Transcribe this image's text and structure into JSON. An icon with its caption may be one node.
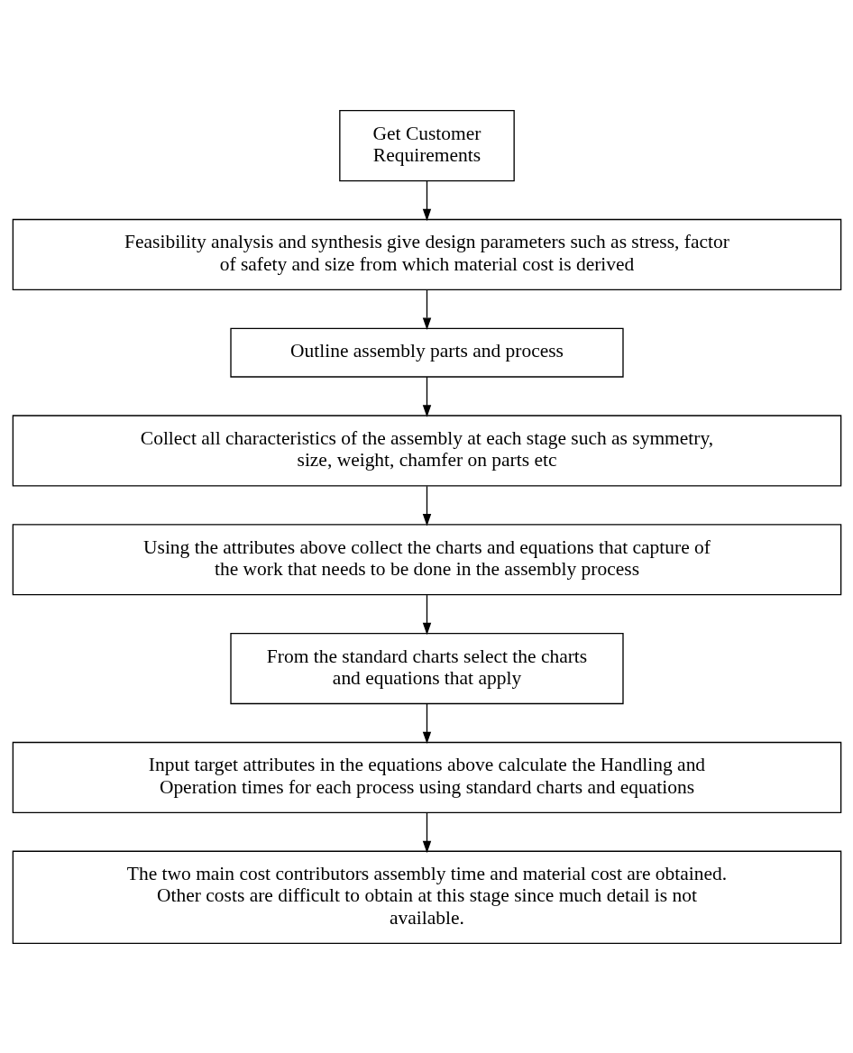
{
  "diagram": {
    "nodes": [
      {
        "text": [
          "Get Customer Requirements"
        ]
      },
      {
        "text": [
          "Feasibility analysis and synthesis give design parameters such as stress, factor of safety and size from which material cost is derived"
        ]
      },
      {
        "text": [
          "Outline assembly parts and process"
        ]
      },
      {
        "text": [
          "Collect all characteristics of the assembly at each stage such as symmetry, size, weight, chamfer on parts etc"
        ]
      },
      {
        "text": [
          "Using the attributes above collect the charts and equations that capture of the work that needs to be done in the assembly process"
        ]
      },
      {
        "text": [
          "From the standard charts select the charts and equations that apply"
        ]
      },
      {
        "text": [
          "Input target attributes in the equations above calculate the Handling and Operation times for each process using standard charts and equations"
        ]
      },
      {
        "text": [
          "The two main cost contributors assembly time and material cost are obtained. Other costs are difficult to obtain at this stage since much detail is not available."
        ]
      }
    ],
    "edges": [
      {
        "from": 0,
        "to": 1,
        "arrow": "to"
      },
      {
        "from": 1,
        "to": 2,
        "arrow": "to"
      },
      {
        "from": 2,
        "to": 3,
        "arrow": "to"
      },
      {
        "from": 3,
        "to": 4,
        "arrow": "to"
      },
      {
        "from": 4,
        "to": 5,
        "arrow": "to"
      },
      {
        "from": 5,
        "to": 6,
        "arrow": "to"
      },
      {
        "from": 6,
        "to": 7,
        "arrow": "to"
      }
    ]
  }
}
